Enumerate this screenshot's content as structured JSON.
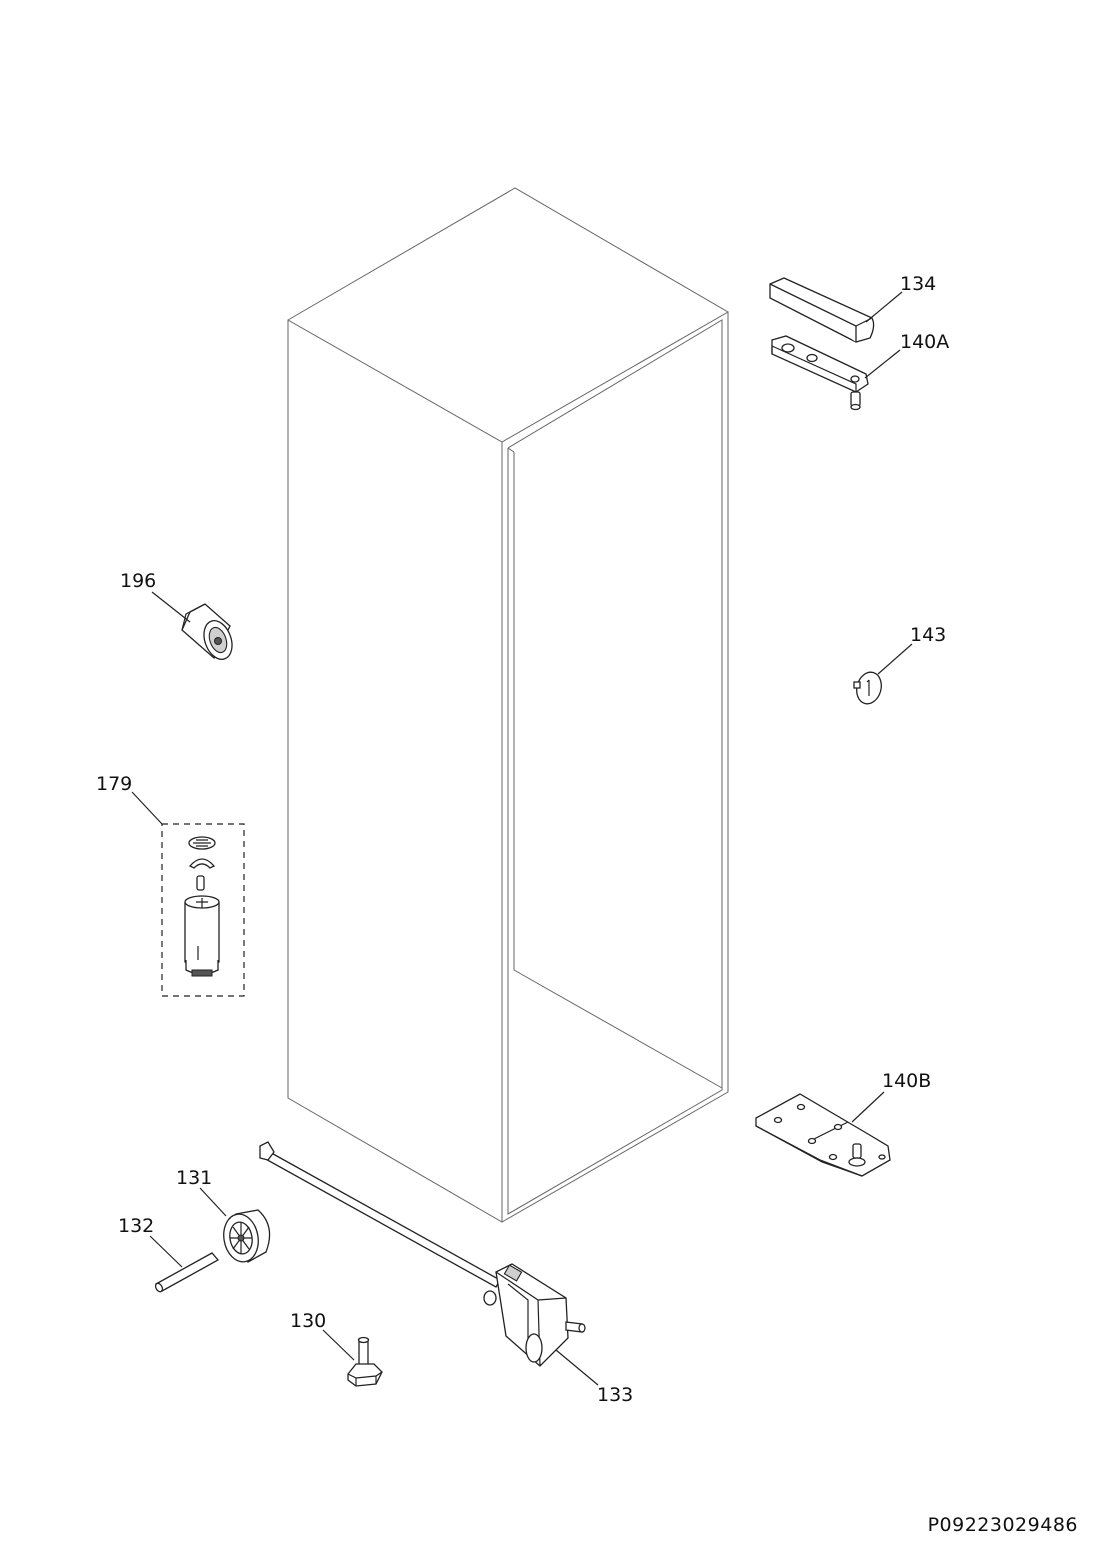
{
  "labels": {
    "p134": "134",
    "p140A": "140A",
    "p196": "196",
    "p143": "143",
    "p179": "179",
    "p140B": "140B",
    "p131": "131",
    "p132": "132",
    "p130": "130",
    "p133": "133"
  },
  "document_code": "P09223029486"
}
